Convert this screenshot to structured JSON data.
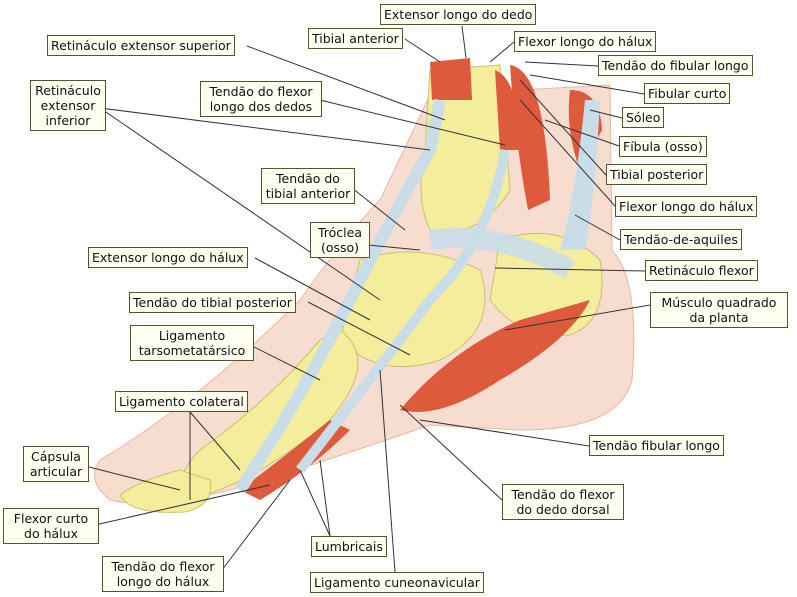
{
  "labels": {
    "extensor_longo_dedo": "Extensor longo do dedo",
    "retinaculo_ext_sup": "Retináculo extensor superior",
    "tibial_anterior": "Tibial anterior",
    "flexor_longo_halux_top": "Flexor longo do hálux",
    "tendao_fibular_longo": "Tendão do fibular longo",
    "retinaculo_ext_inf": "Retináculo extensor inferior",
    "tendao_flexor_longo_dedos": "Tendão do flexor longo dos dedos",
    "fibular_curto": "Fibular curto",
    "soleo": "Sóleo",
    "fibula": "Fíbula (osso)",
    "tibial_posterior": "Tibial posterior",
    "tendao_tibial_anterior": "Tendão do tibial anterior",
    "flexor_longo_halux": "Flexor longo do hálux",
    "troclea": "Tróclea (osso)",
    "tendao_aquiles": "Tendão-de-aquiles",
    "extensor_longo_halux": "Extensor longo do hálux",
    "retinaculo_flexor": "Retináculo flexor",
    "tendao_tibial_posterior": "Tendão do tibial posterior",
    "musculo_quadrado": "Músculo quadrado da planta",
    "lig_tarsometatarsico": "Ligamento tarsometatársico",
    "lig_colateral": "Ligamento colateral",
    "tendao_fibular_longo2": "Tendão fibular longo",
    "capsula": "Cápsula articular",
    "tendao_flexor_dedo_dorsal": "Tendão do flexor do dedo dorsal",
    "flexor_curto_halux": "Flexor curto do hálux",
    "lumbricais": "Lumbricais",
    "tendao_flexor_longo_halux": "Tendão do flexor longo do hálux",
    "lig_cuneonavicular": "Ligamento cuneonavicular"
  },
  "colors": {
    "skin": "#f7ddd0",
    "bone": "#f3ed9c",
    "muscle": "#dd5a3c",
    "tendon": "#c9dde9",
    "label_bg": "#fffff2"
  }
}
